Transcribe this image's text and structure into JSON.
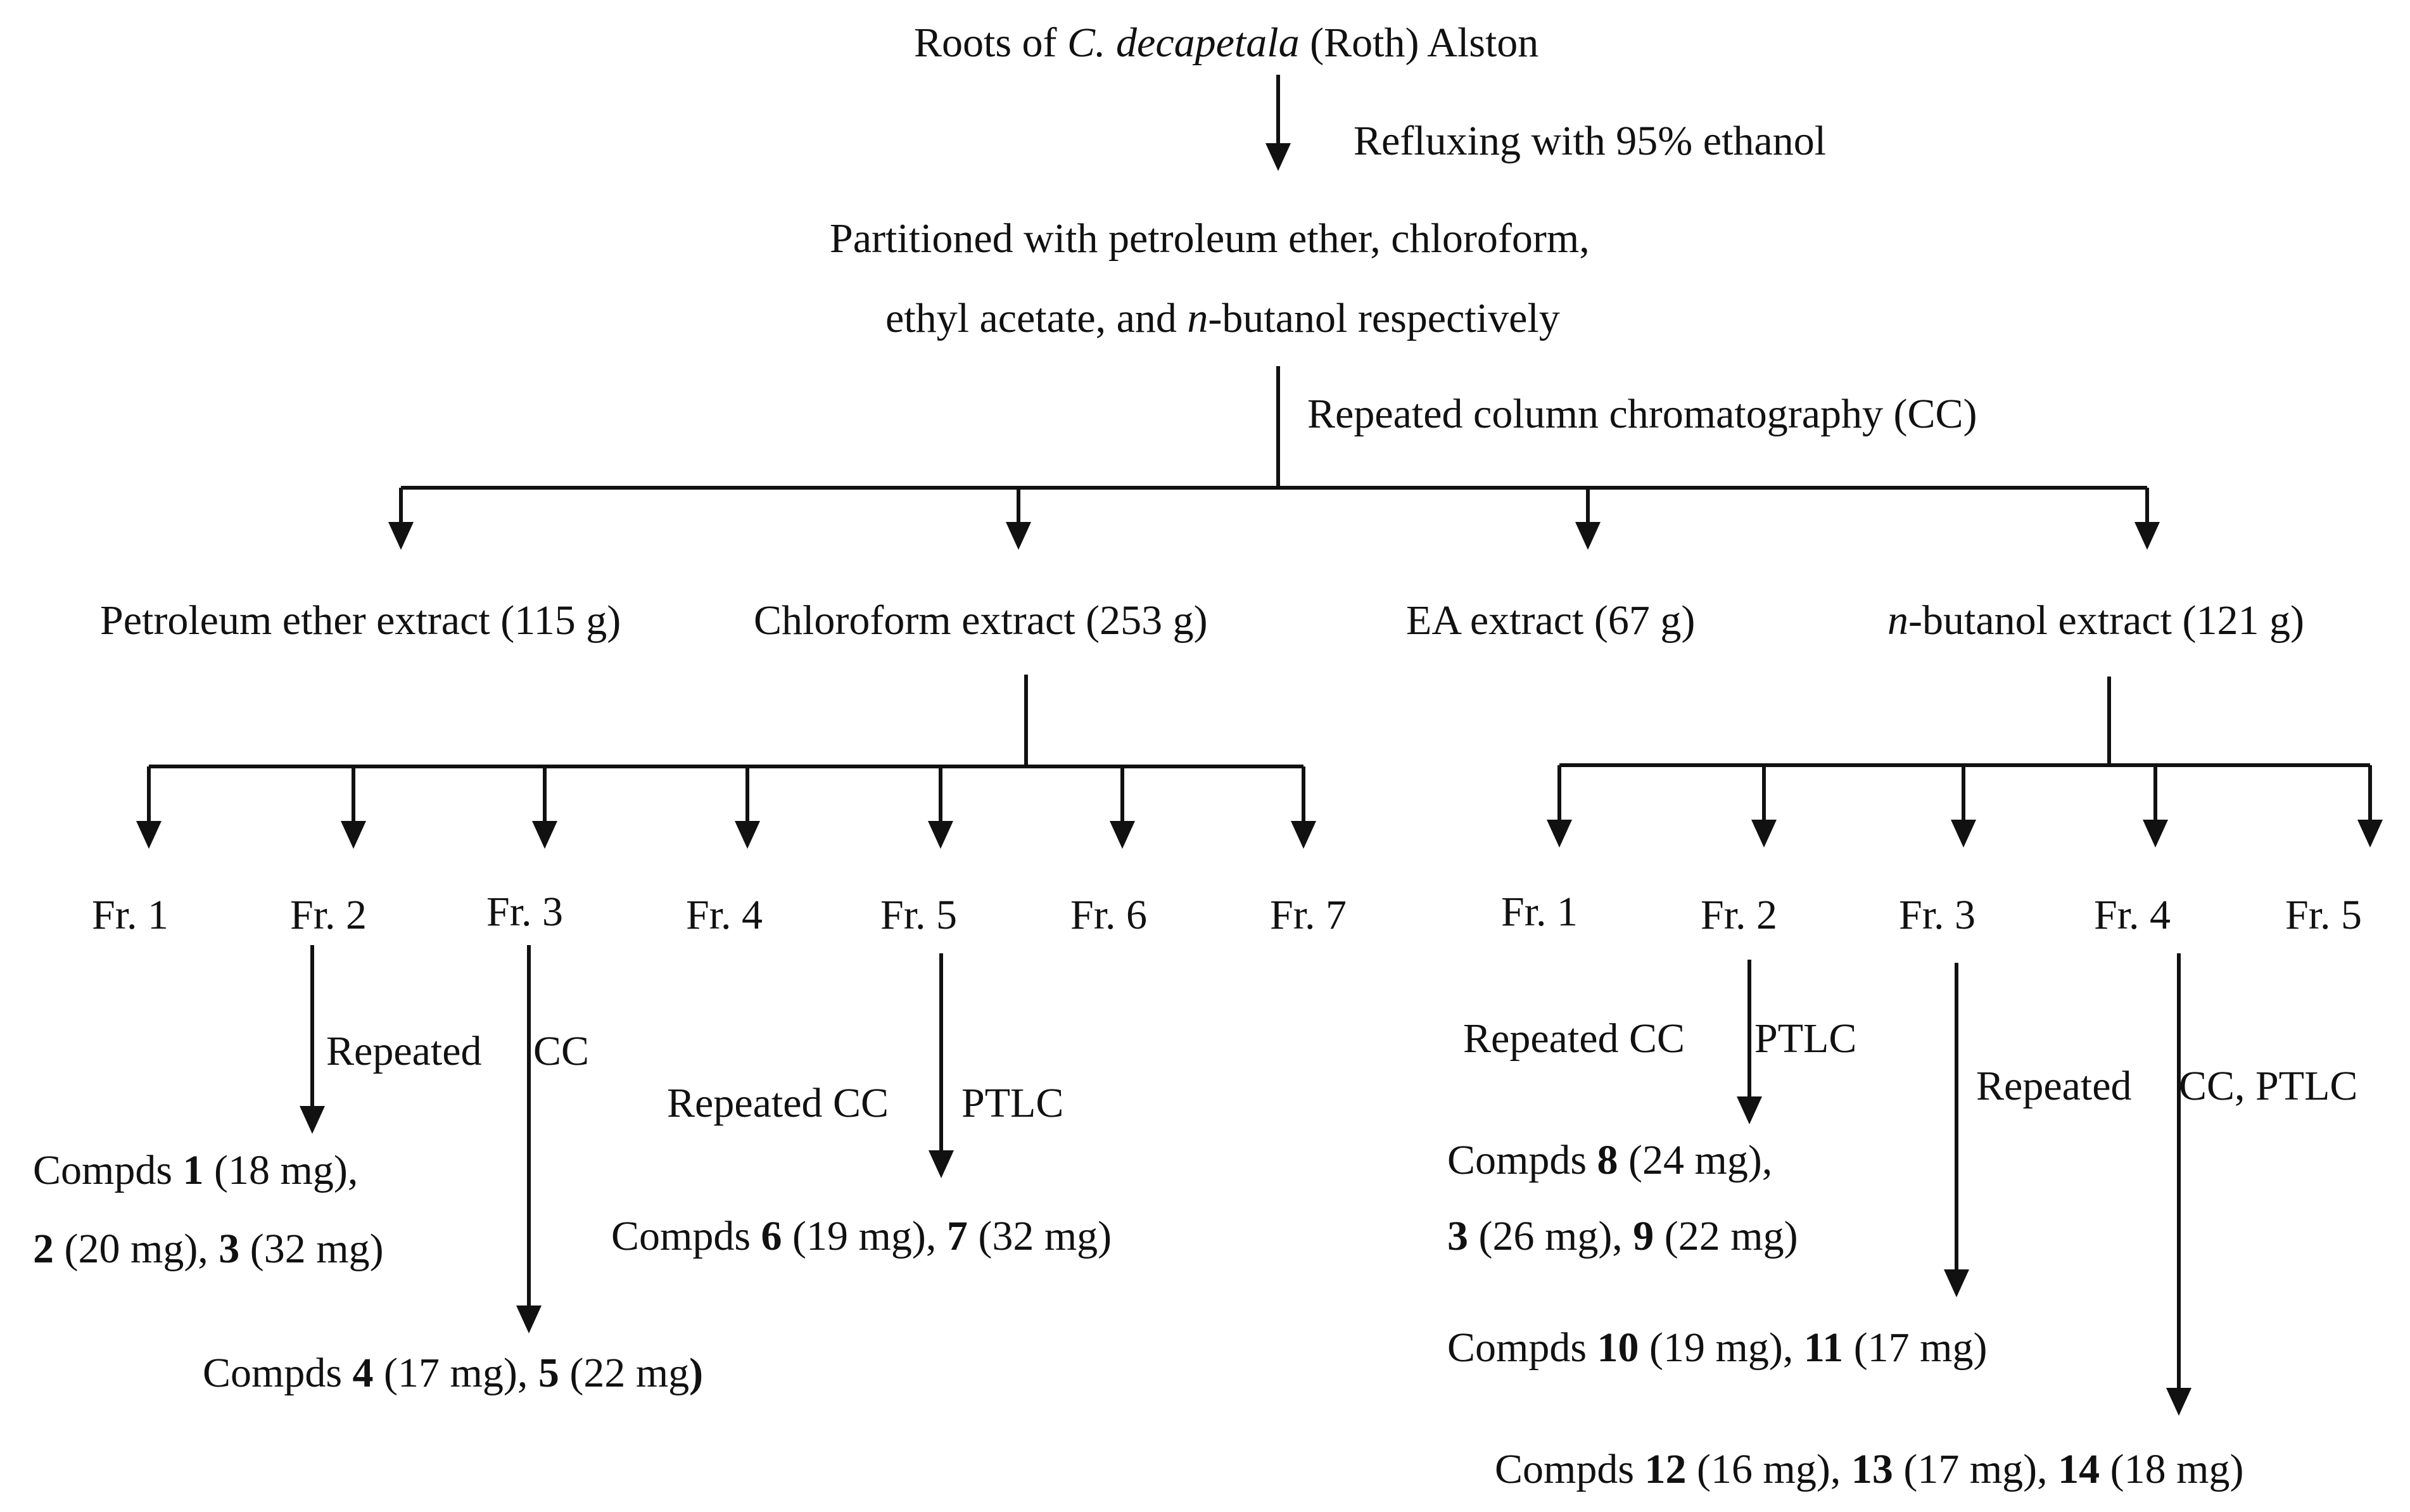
{
  "root": {
    "pre": "Roots of ",
    "species": "C. decapetala",
    "post": " (Roth) Alston"
  },
  "steps": {
    "reflux": "Refluxing with 95% ethanol",
    "partition_line1": "Partitioned with petroleum ether, chloroform,",
    "partition_line2_pre": "ethyl acetate, and ",
    "partition_line2_italic": "n",
    "partition_line2_post": "-butanol respectively",
    "repeated_cc": "Repeated column chromatography (CC)"
  },
  "extracts": {
    "petroleum": "Petroleum ether extract (115 g)",
    "chloroform": "Chloroform extract (253 g)",
    "ea": "EA extract (67 g)",
    "butanol_italic": "n",
    "butanol_rest": "-butanol extract (121 g)"
  },
  "chloroform_fractions": [
    "Fr. 1",
    "Fr. 2",
    "Fr. 3",
    "Fr. 4",
    "Fr. 5",
    "Fr. 6",
    "Fr. 7"
  ],
  "butanol_fractions": [
    "Fr. 1",
    "Fr. 2",
    "Fr. 3",
    "Fr. 4",
    "Fr. 5"
  ],
  "methods": {
    "cf_fr2_repeated": "Repeated",
    "cf_fr3_cc": "CC",
    "cf_fr5_repeated_cc": "Repeated CC",
    "cf_fr5_ptlc": "PTLC",
    "bu_fr2_repeated_cc": "Repeated CC",
    "bu_fr2_ptlc": "PTLC",
    "bu_fr4_repeated": "Repeated",
    "bu_fr4_cc_ptlc": "CC, PTLC"
  },
  "compounds": {
    "prefix": "Compds ",
    "set_123": [
      {
        "id": "1",
        "amount": " (18 mg),"
      },
      {
        "id": "2",
        "amount": " (20 mg), "
      },
      {
        "id": "3",
        "amount": " (32 mg)"
      }
    ],
    "set_45": [
      {
        "id": "4",
        "amount": " (17 mg), "
      },
      {
        "id": "5",
        "amount": " (22 mg"
      }
    ],
    "set_45_close": ")",
    "set_67": [
      {
        "id": "6",
        "amount": " (19 mg), "
      },
      {
        "id": "7",
        "amount": " (32 mg)"
      }
    ],
    "set_839": [
      {
        "id": "8",
        "amount": " (24 mg),"
      },
      {
        "id": "3",
        "amount": " (26 mg), "
      },
      {
        "id": "9",
        "amount": " (22 mg)"
      }
    ],
    "set_1011": [
      {
        "id": "10",
        "amount": " (19 mg), "
      },
      {
        "id": "11",
        "amount": " (17 mg)"
      }
    ],
    "set_121314": [
      {
        "id": "12",
        "amount": " (16 mg), "
      },
      {
        "id": "13",
        "amount": " (17 mg), "
      },
      {
        "id": "14",
        "amount": " (18 mg)"
      }
    ]
  }
}
